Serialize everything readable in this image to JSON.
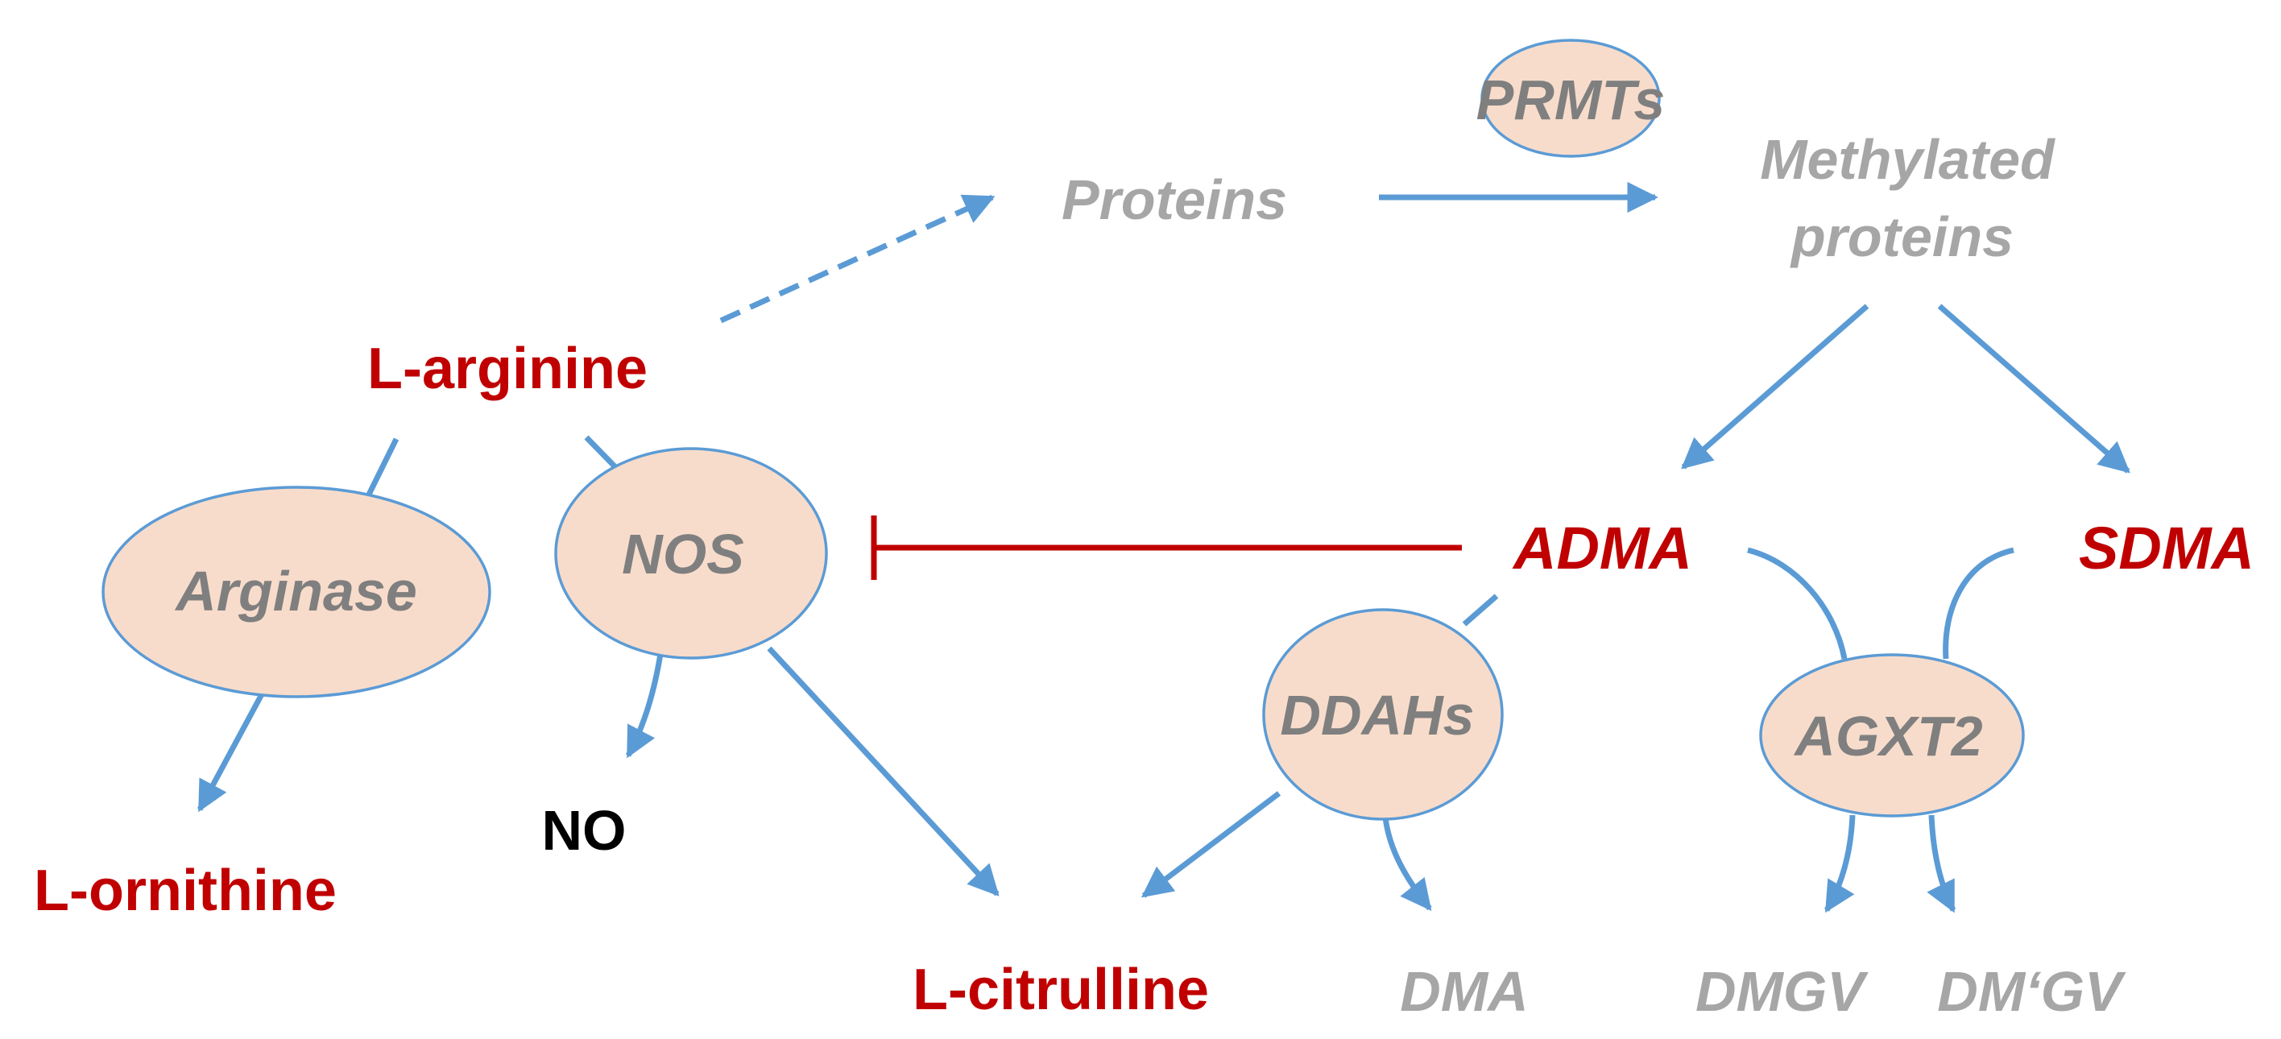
{
  "colors": {
    "metabolite_red": "#c00000",
    "label_gray": "#a6a6a6",
    "enzyme_gray": "#7f7f7f",
    "no_black": "#000000",
    "arrow_blue": "#5b9bd5",
    "inhibit_red": "#c00000",
    "ellipse_fill": "#f8dccb",
    "ellipse_stroke": "#5b9bd5"
  },
  "enzymes": {
    "prmts": "PRMTs",
    "arginase": "Arginase",
    "nos": "NOS",
    "ddahs": "DDAHs",
    "agxt2": "AGXT2"
  },
  "metabolites": {
    "l_arginine": "L-arginine",
    "l_ornithine": "L-ornithine",
    "no": "NO",
    "l_citrulline": "L-citrulline",
    "adma": "ADMA",
    "sdma": "SDMA"
  },
  "intermediates": {
    "proteins": "Proteins",
    "methylated_line1": "Methylated",
    "methylated_line2": "proteins",
    "dma": "DMA",
    "dmgv": "DMGV",
    "dm_prime_gv": "DM‘GV"
  }
}
